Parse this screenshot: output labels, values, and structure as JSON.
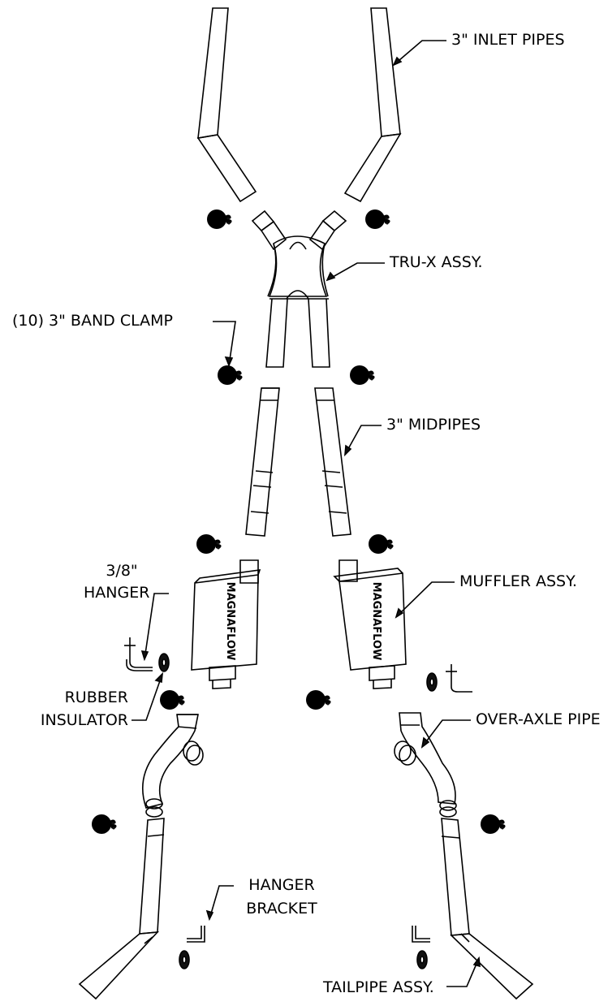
{
  "labels": {
    "inlet_pipes": "3\" INLET PIPES",
    "trux_assy": "TRU-X ASSY.",
    "band_clamp": "(10) 3\" BAND CLAMP",
    "midpipes": "3\" MIDPIPES",
    "hanger_line1": "3/8\"",
    "hanger_line2": "HANGER",
    "muffler_assy": "MUFFLER ASSY.",
    "rubber_line1": "RUBBER",
    "rubber_line2": "INSULATOR",
    "over_axle_pipe": "OVER-AXLE PIPE",
    "bracket_line1": "HANGER",
    "bracket_line2": "BRACKET",
    "tailpipe_assy": "TAILPIPE ASSY."
  },
  "muffler_brand": "MAGNAFLOW"
}
